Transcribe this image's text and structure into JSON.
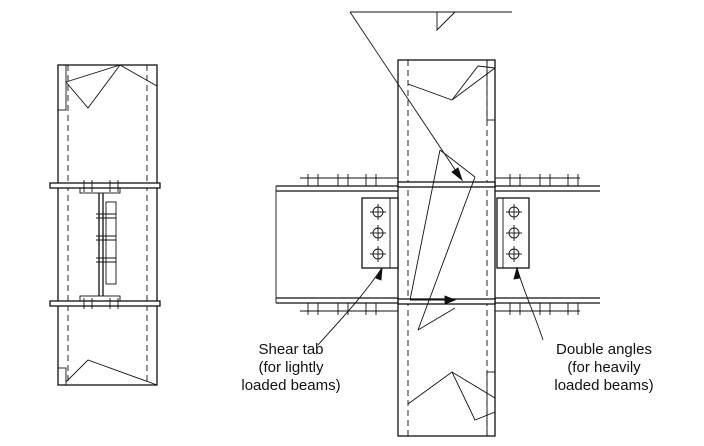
{
  "labels": {
    "shear_tab": {
      "line1": "Shear tab",
      "line2": "(for lightly",
      "line3": "loaded beams)"
    },
    "double_angles": {
      "line1": "Double angles",
      "line2": "(for heavily",
      "line3": "loaded beams)"
    }
  }
}
